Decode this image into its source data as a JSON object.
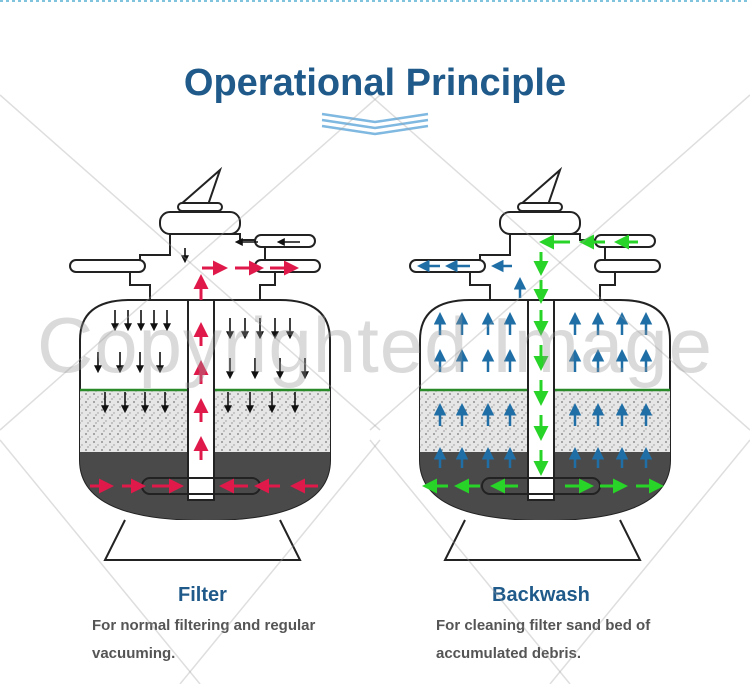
{
  "header": {
    "title": "Operational Principle"
  },
  "panels": [
    {
      "name": "Filter",
      "description": "For normal filtering and regular vacuuming."
    },
    {
      "name": "Backwash",
      "description": "For cleaning filter sand bed of accumulated debris."
    }
  ],
  "watermark": "Copyrighted Image",
  "colors": {
    "title": "#1f5a8a",
    "filter_flow": "#e0194b",
    "backwash_flow": "#27d427",
    "backwash_up": "#1f6fa6",
    "water_line": "#2a8a2a",
    "gravel": "#4a4a4a"
  }
}
